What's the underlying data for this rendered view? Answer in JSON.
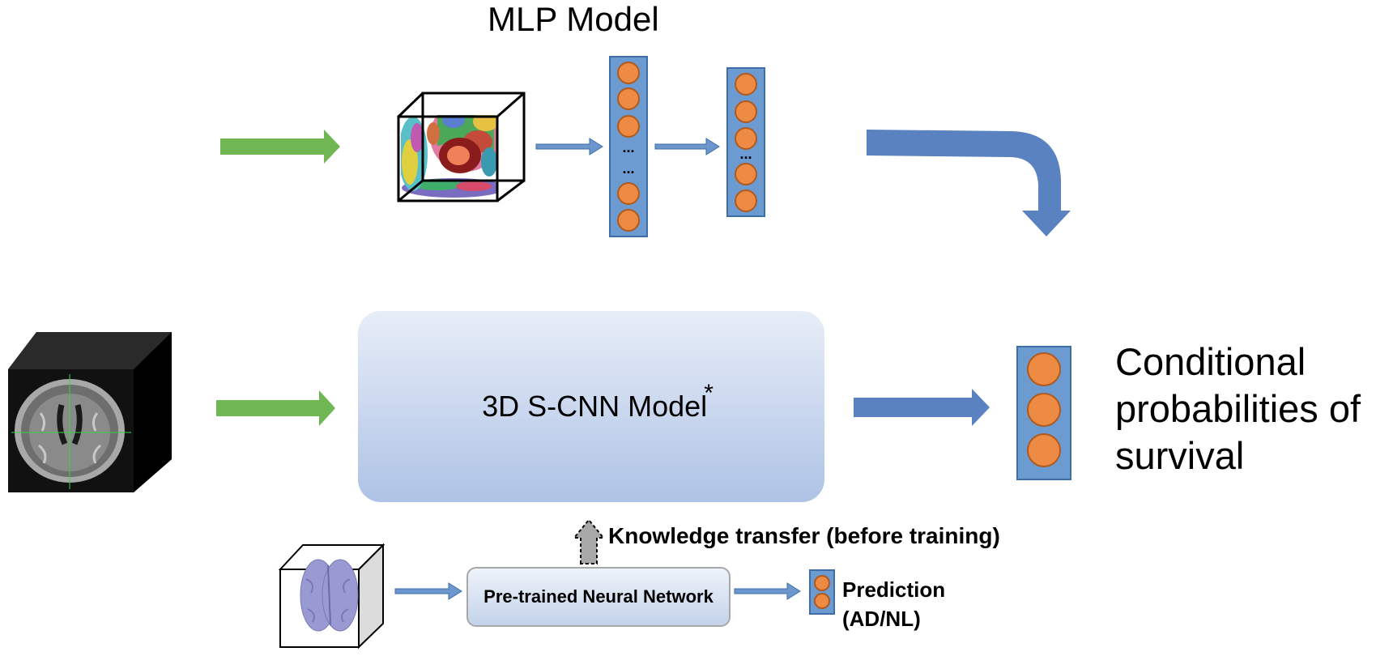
{
  "mlp_model": {
    "title": "MLP Model",
    "dots": [
      "...",
      "..."
    ]
  },
  "scnn_model": {
    "label": "3D S-CNN Model",
    "marker": "*"
  },
  "output": {
    "text_lines": [
      "Conditional",
      "probabilities of",
      "survival"
    ]
  },
  "knowledge_transfer": {
    "label": "Knowledge transfer (before training)"
  },
  "pretrained": {
    "label": "Pre-trained Neural Network"
  },
  "prediction": {
    "line1": "Prediction",
    "line2": "(AD/NL)"
  },
  "colors": {
    "input_arrow": "#70b652",
    "flow_arrow": "#5a82c0",
    "small_arrow": "#6c96cc",
    "layer_fill": "#6b9bd1",
    "layer_stroke": "#3d6ea8",
    "node_fill": "#ed8a44",
    "node_stroke": "#b05a1e",
    "transfer_arrow": "#a8a8a8"
  },
  "icons": [
    "atlas-cube-icon",
    "mri-cube-icon",
    "brain-cube-icon"
  ]
}
